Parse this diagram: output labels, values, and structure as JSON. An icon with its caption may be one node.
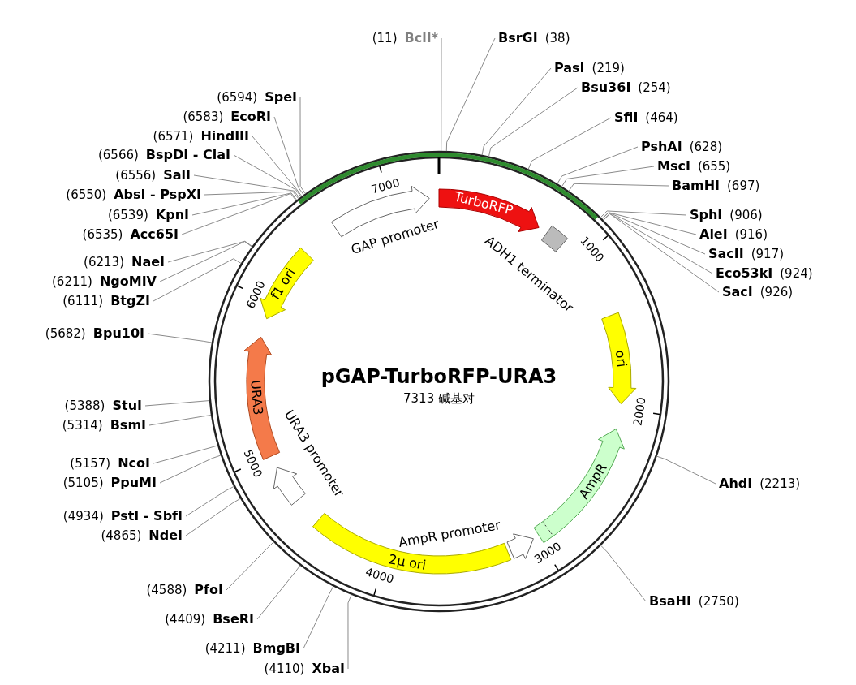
{
  "diagram": {
    "title": "pGAP-TurboRFP-URA3",
    "nodes": [
      {
        "text": [
          "(11)",
          "BclI*"
        ]
      },
      {
        "text": [
          "BsrGI",
          "(38)"
        ]
      },
      {
        "text": [
          "PasI",
          "(219)"
        ]
      },
      {
        "text": [
          "Bsu36I",
          "(254)"
        ]
      },
      {
        "text": [
          "SfiI",
          "(464)"
        ]
      },
      {
        "text": [
          "PshAI",
          "(628)"
        ]
      },
      {
        "text": [
          "MscI",
          "(655)"
        ]
      },
      {
        "text": [
          "BamHI",
          "(697)"
        ]
      },
      {
        "text": [
          "SphI",
          "(906)"
        ]
      },
      {
        "text": [
          "AleI",
          "(916)"
        ]
      },
      {
        "text": [
          "SacII",
          "(917)"
        ]
      },
      {
        "text": [
          "Eco53kI",
          "(924)"
        ]
      },
      {
        "text": [
          "SacI",
          "(926)"
        ]
      },
      {
        "text": [
          "AhdI",
          "(2213)"
        ]
      },
      {
        "text": [
          "BsaHI",
          "(2750)"
        ]
      },
      {
        "text": [
          "(4110)",
          "XbaI"
        ]
      },
      {
        "text": [
          "(4211)",
          "BmgBI"
        ]
      },
      {
        "text": [
          "(4409)",
          "BseRI"
        ]
      },
      {
        "text": [
          "(4588)",
          "PfoI"
        ]
      },
      {
        "text": [
          "(4865)",
          "NdeI"
        ]
      },
      {
        "text": [
          "(4934)",
          "PstI - SbfI"
        ]
      },
      {
        "text": [
          "(5105)",
          "PpuMI"
        ]
      },
      {
        "text": [
          "(5157)",
          "NcoI"
        ]
      },
      {
        "text": [
          "(5314)",
          "BsmI"
        ]
      },
      {
        "text": [
          "(5388)",
          "StuI"
        ]
      },
      {
        "text": [
          "(5682)",
          "Bpu10I"
        ]
      },
      {
        "text": [
          "(6111)",
          "BtgZI"
        ]
      },
      {
        "text": [
          "(6211)",
          "NgoMIV"
        ]
      },
      {
        "text": [
          "(6213)",
          "NaeI"
        ]
      },
      {
        "text": [
          "(6535)",
          "Acc65I"
        ]
      },
      {
        "text": [
          "(6539)",
          "KpnI"
        ]
      },
      {
        "text": [
          "(6550)",
          "AbsI - PspXI"
        ]
      },
      {
        "text": [
          "(6556)",
          "SalI"
        ]
      },
      {
        "text": [
          "(6566)",
          "BspDI - ClaI"
        ]
      },
      {
        "text": [
          "(6571)",
          "HindIII"
        ]
      },
      {
        "text": [
          "(6583)",
          "EcoRI"
        ]
      },
      {
        "text": [
          "(6594)",
          "SpeI"
        ]
      },
      {
        "text": [
          "GAP promoter"
        ]
      },
      {
        "text": [
          "TurboRFP"
        ]
      },
      {
        "text": [
          "ADH1 terminator"
        ]
      },
      {
        "text": [
          "ori"
        ]
      },
      {
        "text": [
          "AmpR"
        ]
      },
      {
        "text": [
          "AmpR promoter"
        ]
      },
      {
        "text": [
          "2μ ori"
        ]
      },
      {
        "text": [
          "URA3 promoter"
        ]
      },
      {
        "text": [
          "URA3"
        ]
      },
      {
        "text": [
          "f1 ori"
        ]
      }
    ],
    "edges": [
      {
        "from": 0,
        "to": null,
        "arrow": "none"
      },
      {
        "from": 1,
        "to": null,
        "arrow": "none"
      },
      {
        "from": 2,
        "to": null,
        "arrow": "none"
      },
      {
        "from": 3,
        "to": null,
        "arrow": "none"
      },
      {
        "from": 4,
        "to": null,
        "arrow": "none"
      },
      {
        "from": 5,
        "to": null,
        "arrow": "none"
      },
      {
        "from": 6,
        "to": null,
        "arrow": "none"
      },
      {
        "from": 7,
        "to": null,
        "arrow": "none"
      },
      {
        "from": 8,
        "to": null,
        "arrow": "none"
      },
      {
        "from": 9,
        "to": null,
        "arrow": "none"
      },
      {
        "from": 10,
        "to": null,
        "arrow": "none"
      },
      {
        "from": 11,
        "to": null,
        "arrow": "none"
      },
      {
        "from": 12,
        "to": null,
        "arrow": "none"
      },
      {
        "from": 13,
        "to": null,
        "arrow": "none"
      },
      {
        "from": 14,
        "to": null,
        "arrow": "none"
      },
      {
        "from": 15,
        "to": null,
        "arrow": "none"
      },
      {
        "from": 16,
        "to": null,
        "arrow": "none"
      },
      {
        "from": 17,
        "to": null,
        "arrow": "none"
      },
      {
        "from": 18,
        "to": null,
        "arrow": "none"
      },
      {
        "from": 19,
        "to": null,
        "arrow": "none"
      },
      {
        "from": 20,
        "to": null,
        "arrow": "none"
      },
      {
        "from": 21,
        "to": null,
        "arrow": "none"
      },
      {
        "from": 22,
        "to": null,
        "arrow": "none"
      },
      {
        "from": 23,
        "to": null,
        "arrow": "none"
      },
      {
        "from": 24,
        "to": null,
        "arrow": "none"
      },
      {
        "from": 25,
        "to": null,
        "arrow": "none"
      },
      {
        "from": 26,
        "to": null,
        "arrow": "none"
      },
      {
        "from": 27,
        "to": null,
        "arrow": "none"
      },
      {
        "from": 28,
        "to": null,
        "arrow": "none"
      },
      {
        "from": 29,
        "to": null,
        "arrow": "none"
      },
      {
        "from": 30,
        "to": null,
        "arrow": "none"
      },
      {
        "from": 31,
        "to": null,
        "arrow": "none"
      },
      {
        "from": 32,
        "to": null,
        "arrow": "none"
      },
      {
        "from": 33,
        "to": null,
        "arrow": "none"
      },
      {
        "from": 34,
        "to": null,
        "arrow": "none"
      },
      {
        "from": 35,
        "to": null,
        "arrow": "none"
      },
      {
        "from": 36,
        "to": null,
        "arrow": "none"
      }
    ],
    "labels": [
      "7313 碱基对",
      "1000",
      "2000",
      "3000",
      "4000",
      "5000",
      "6000",
      "7000"
    ]
  }
}
